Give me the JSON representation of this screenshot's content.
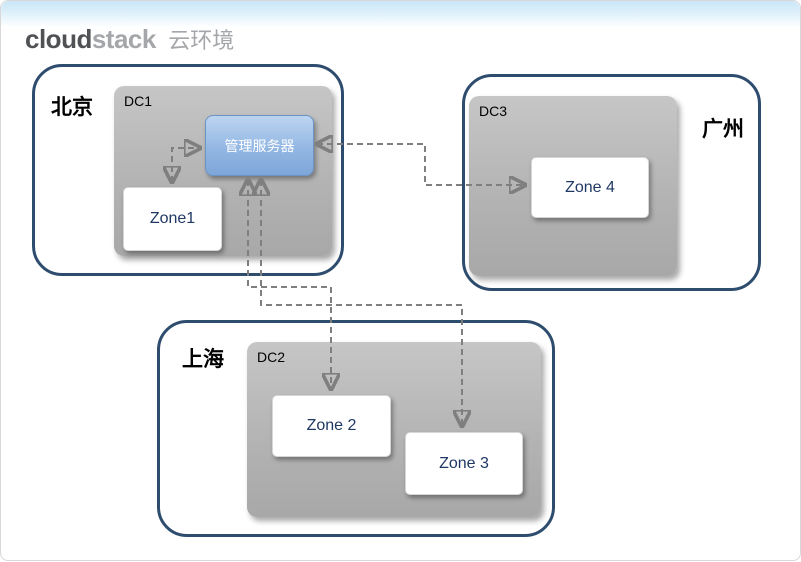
{
  "header": {
    "logo_cloud": "cloud",
    "logo_stack": "stack",
    "subtitle": "云环境"
  },
  "diagram": {
    "regions": {
      "beijing": {
        "label": "北京",
        "dc": "DC1"
      },
      "guangzhou": {
        "label": "广州",
        "dc": "DC3"
      },
      "shanghai": {
        "label": "上海",
        "dc": "DC2"
      }
    },
    "nodes": {
      "management_server": {
        "label": "管理服务器"
      },
      "zone1": {
        "label": "Zone1"
      },
      "zone2": {
        "label": "Zone 2"
      },
      "zone3": {
        "label": "Zone 3"
      },
      "zone4": {
        "label": "Zone 4"
      }
    },
    "connections": [
      {
        "from": "management_server",
        "to": "zone1",
        "style": "dashed",
        "bidirectional": true
      },
      {
        "from": "management_server",
        "to": "zone4",
        "style": "dashed",
        "bidirectional": true
      },
      {
        "from": "management_server",
        "to": "zone2",
        "style": "dashed",
        "bidirectional": true
      },
      {
        "from": "management_server",
        "to": "zone3",
        "style": "dashed",
        "bidirectional": true
      }
    ],
    "colors": {
      "region_border": "#2e4d6e",
      "dc_fill": "#b5b5b5",
      "management_fill_top": "#bcd4f0",
      "management_fill_bottom": "#7ea6d8",
      "zone_text": "#1f3864",
      "arrow": "#7f7f7f",
      "banner": "#c9e6f7"
    }
  }
}
